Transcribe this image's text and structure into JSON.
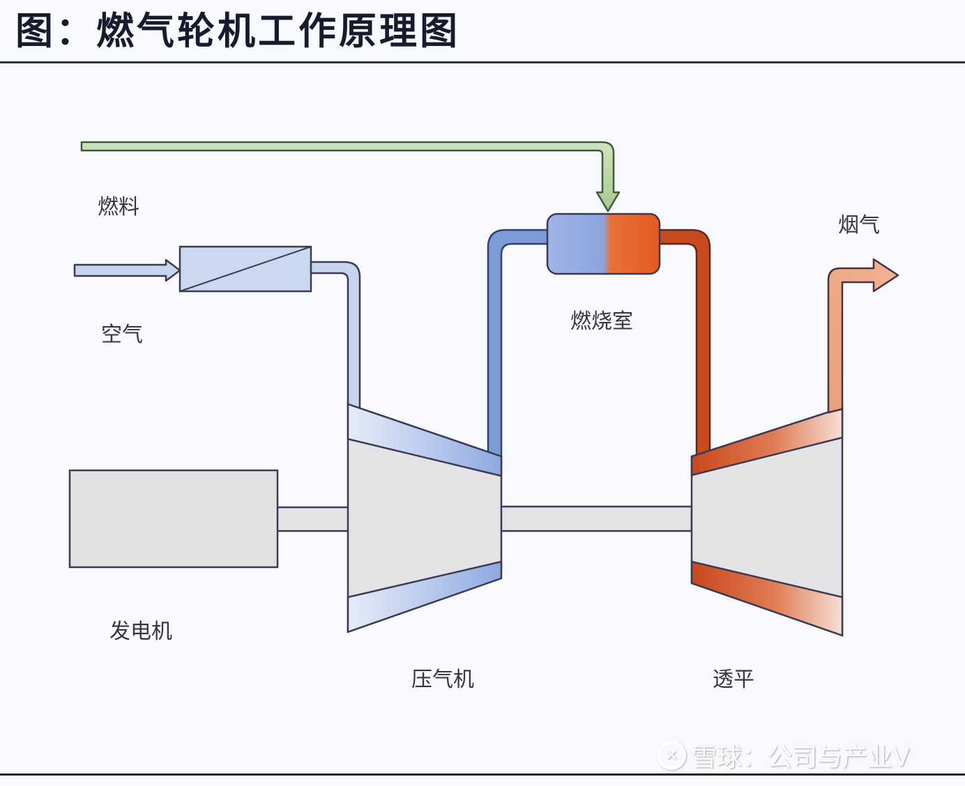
{
  "title": "图：燃气轮机工作原理图",
  "labels": {
    "fuel": "燃料",
    "air": "空气",
    "combustor": "燃烧室",
    "exhaust": "烟气",
    "generator": "发电机",
    "compressor": "压气机",
    "turbine": "透平"
  },
  "colors": {
    "fuel_line": "#b7d3a0",
    "air_cold": "#c9d6ee",
    "compressed_air": "#7d9fd9",
    "combustion_hot": "#e25a24",
    "turbine_hot": "#c94a1f",
    "exhaust": "#f0a684",
    "casing_gray": "#e2e2e4",
    "outline": "#3b3a52"
  },
  "watermark": {
    "logo_icon": "xueqiu-logo",
    "text": "雪球：公司与产业V"
  }
}
